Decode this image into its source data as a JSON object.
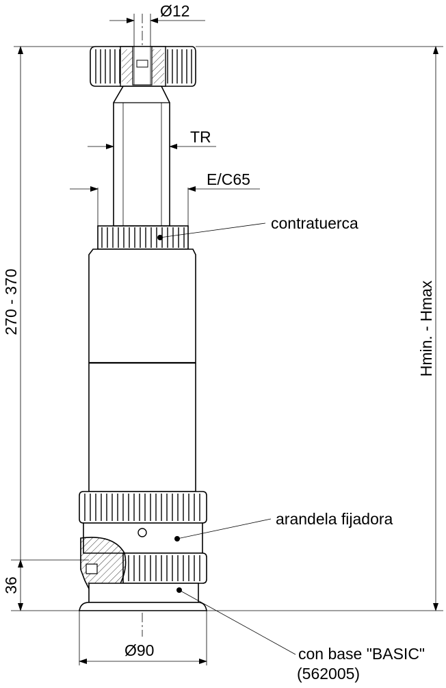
{
  "dimensions": {
    "top_diameter": "Ø12",
    "thread": "TR",
    "wrench": "E/C65",
    "total_height": "270 - 370",
    "base_height": "36",
    "height_range": "Hmin. - Hmax",
    "base_diameter": "Ø90"
  },
  "callouts": {
    "locknut": "contratuerca",
    "locking_washer": "arandela fijadora",
    "base_line1": "con base \"BASIC\"",
    "base_line2": "(562005)"
  }
}
